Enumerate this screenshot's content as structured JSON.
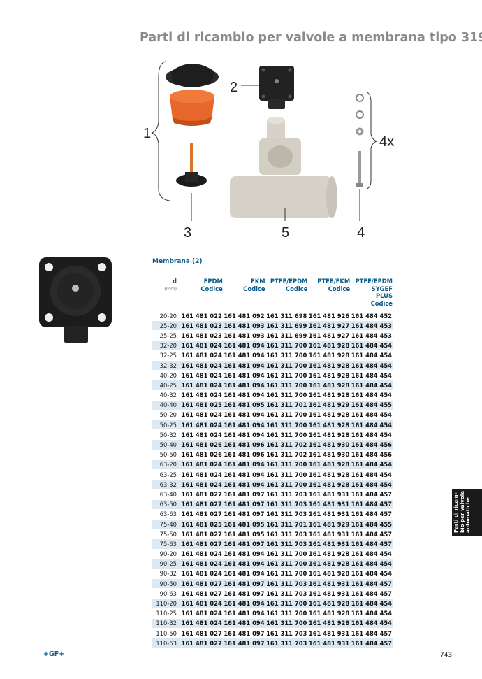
{
  "page": {
    "title": "Parti di ricambio per valvole a membrana tipo 319",
    "section_label": "Membrana (2)",
    "side_tab": "Parti di ricam- bio per valvole automatiche",
    "brand": "+GF+",
    "page_number": "743"
  },
  "diagram": {
    "callouts": [
      "1",
      "2",
      "3",
      "4",
      "5",
      "4x"
    ]
  },
  "table": {
    "headers": {
      "d": "d",
      "d_unit": "(mm)",
      "col1_top": "EPDM",
      "col1_bottom": "Codice",
      "col2_top": "FKM",
      "col2_bottom": "Codice",
      "col3_top": "PTFE/EPDM",
      "col3_bottom": "Codice",
      "col4_top": "PTFE/FKM",
      "col4_bottom": "Codice",
      "col5_line1": "PTFE/EPDM",
      "col5_line2": "SYGEF",
      "col5_line3": "PLUS",
      "col5_line4": "Codice"
    },
    "rows": [
      [
        "20-20",
        "161 481 022",
        "161 481 092",
        "161 311 698",
        "161 481 926",
        "161 484 452"
      ],
      [
        "25-20",
        "161 481 023",
        "161 481 093",
        "161 311 699",
        "161 481 927",
        "161 484 453"
      ],
      [
        "25-25",
        "161 481 023",
        "161 481 093",
        "161 311 699",
        "161 481 927",
        "161 484 453"
      ],
      [
        "32-20",
        "161 481 024",
        "161 481 094",
        "161 311 700",
        "161 481 928",
        "161 484 454"
      ],
      [
        "32-25",
        "161 481 024",
        "161 481 094",
        "161 311 700",
        "161 481 928",
        "161 484 454"
      ],
      [
        "32-32",
        "161 481 024",
        "161 481 094",
        "161 311 700",
        "161 481 928",
        "161 484 454"
      ],
      [
        "40-20",
        "161 481 024",
        "161 481 094",
        "161 311 700",
        "161 481 928",
        "161 484 454"
      ],
      [
        "40-25",
        "161 481 024",
        "161 481 094",
        "161 311 700",
        "161 481 928",
        "161 484 454"
      ],
      [
        "40-32",
        "161 481 024",
        "161 481 094",
        "161 311 700",
        "161 481 928",
        "161 484 454"
      ],
      [
        "40-40",
        "161 481 025",
        "161 481 095",
        "161 311 701",
        "161 481 929",
        "161 484 455"
      ],
      [
        "50-20",
        "161 481 024",
        "161 481 094",
        "161 311 700",
        "161 481 928",
        "161 484 454"
      ],
      [
        "50-25",
        "161 481 024",
        "161 481 094",
        "161 311 700",
        "161 481 928",
        "161 484 454"
      ],
      [
        "50-32",
        "161 481 024",
        "161 481 094",
        "161 311 700",
        "161 481 928",
        "161 484 454"
      ],
      [
        "50-40",
        "161 481 026",
        "161 481 096",
        "161 311 702",
        "161 481 930",
        "161 484 456"
      ],
      [
        "50-50",
        "161 481 026",
        "161 481 096",
        "161 311 702",
        "161 481 930",
        "161 484 456"
      ],
      [
        "63-20",
        "161 481 024",
        "161 481 094",
        "161 311 700",
        "161 481 928",
        "161 484 454"
      ],
      [
        "63-25",
        "161 481 024",
        "161 481 094",
        "161 311 700",
        "161 481 928",
        "161 484 454"
      ],
      [
        "63-32",
        "161 481 024",
        "161 481 094",
        "161 311 700",
        "161 481 928",
        "161 484 454"
      ],
      [
        "63-40",
        "161 481 027",
        "161 481 097",
        "161 311 703",
        "161 481 931",
        "161 484 457"
      ],
      [
        "63-50",
        "161 481 027",
        "161 481 097",
        "161 311 703",
        "161 481 931",
        "161 484 457"
      ],
      [
        "63-63",
        "161 481 027",
        "161 481 097",
        "161 311 703",
        "161 481 931",
        "161 484 457"
      ],
      [
        "75-40",
        "161 481 025",
        "161 481 095",
        "161 311 701",
        "161 481 929",
        "161 484 455"
      ],
      [
        "75-50",
        "161 481 027",
        "161 481 095",
        "161 311 703",
        "161 481 931",
        "161 484 457"
      ],
      [
        "75-63",
        "161 481 027",
        "161 481 097",
        "161 311 703",
        "161 481 931",
        "161 484 457"
      ],
      [
        "90-20",
        "161 481 024",
        "161 481 094",
        "161 311 700",
        "161 481 928",
        "161 484 454"
      ],
      [
        "90-25",
        "161 481 024",
        "161 481 094",
        "161 311 700",
        "161 481 928",
        "161 484 454"
      ],
      [
        "90-32",
        "161 481 024",
        "161 481 094",
        "161 311 700",
        "161 481 928",
        "161 484 454"
      ],
      [
        "90-50",
        "161 481 027",
        "161 481 097",
        "161 311 703",
        "161 481 931",
        "161 484 457"
      ],
      [
        "90-63",
        "161 481 027",
        "161 481 097",
        "161 311 703",
        "161 481 931",
        "161 484 457"
      ],
      [
        "110-20",
        "161 481 024",
        "161 481 094",
        "161 311 700",
        "161 481 928",
        "161 484 454"
      ],
      [
        "110-25",
        "161 481 024",
        "161 481 094",
        "161 311 700",
        "161 481 928",
        "161 484 454"
      ],
      [
        "110-32",
        "161 481 024",
        "161 481 094",
        "161 311 700",
        "161 481 928",
        "161 484 454"
      ],
      [
        "110-50",
        "161 481 027",
        "161 481 097",
        "161 311 703",
        "161 481 931",
        "161 484 457"
      ],
      [
        "110-63",
        "161 481 027",
        "161 481 097",
        "161 311 703",
        "161 481 931",
        "161 484 457"
      ]
    ]
  }
}
